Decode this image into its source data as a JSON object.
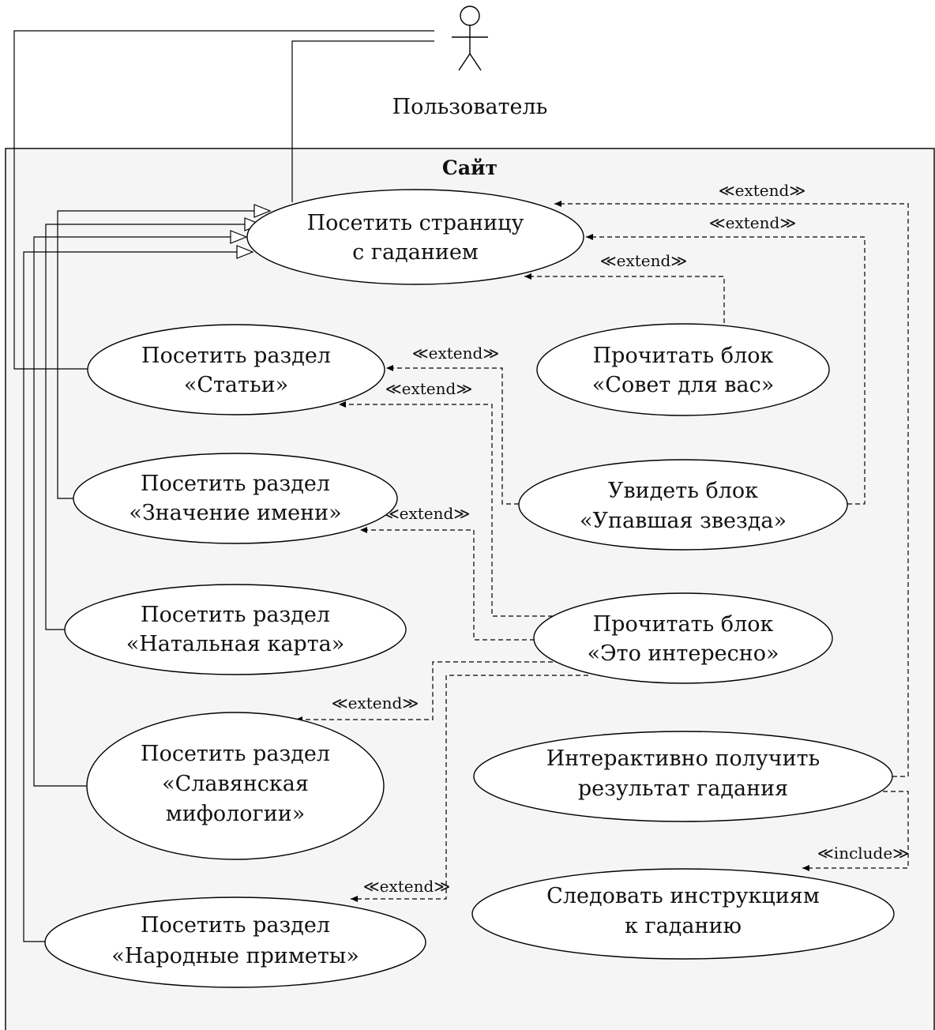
{
  "actor": {
    "name": "Пользователь"
  },
  "system": {
    "title": "Сайт"
  },
  "use_cases": {
    "visit_fortune_page": [
      "Посетить страницу",
      "с гаданием"
    ],
    "visit_articles": [
      "Посетить раздел",
      "«Статьи»"
    ],
    "visit_name_meaning": [
      "Посетить раздел",
      "«Значение имени»"
    ],
    "visit_natal_chart": [
      "Посетить раздел",
      "«Натальная карта»"
    ],
    "visit_slavic_myth": [
      "Посетить раздел",
      "«Славянская",
      "мифологии»"
    ],
    "visit_folk_omens": [
      "Посетить раздел",
      "«Народные приметы»"
    ],
    "read_advice_block": [
      "Прочитать блок",
      "«Совет для вас»"
    ],
    "see_falling_star_block": [
      "Увидеть блок",
      "«Упавшая звезда»"
    ],
    "read_interesting_block": [
      "Прочитать блок",
      "«Это интересно»"
    ],
    "interactive_result": [
      "Интерактивно получить",
      "результат гадания"
    ],
    "follow_instructions": [
      "Следовать инструкциям",
      "к гаданию"
    ]
  },
  "relations": {
    "extend": "≪extend≫",
    "include": "≪include≫"
  }
}
